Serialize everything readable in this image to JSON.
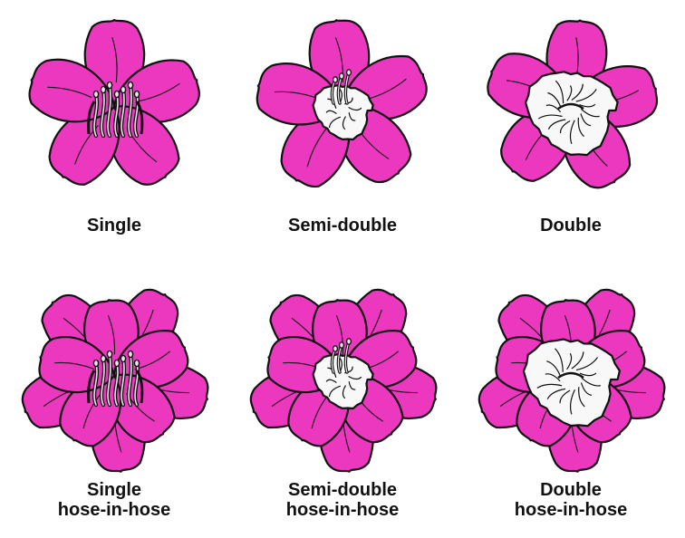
{
  "colors": {
    "petal": "#ec38be",
    "outline": "#111111",
    "petaloid": "#f8f8f8",
    "stamen": "#e8e8e8",
    "background": "#ffffff",
    "label": "#111111"
  },
  "flowers": [
    {
      "label": [
        "Single"
      ],
      "inner_petals": 5,
      "outer_petals": 0,
      "center": "stamens"
    },
    {
      "label": [
        "Semi-double"
      ],
      "inner_petals": 5,
      "outer_petals": 0,
      "center": "semi-double"
    },
    {
      "label": [
        "Double"
      ],
      "inner_petals": 5,
      "outer_petals": 0,
      "center": "double"
    },
    {
      "label": [
        "Single",
        "hose-in-hose"
      ],
      "inner_petals": 5,
      "outer_petals": 5,
      "center": "stamens"
    },
    {
      "label": [
        "Semi-double",
        "hose-in-hose"
      ],
      "inner_petals": 5,
      "outer_petals": 5,
      "center": "semi-double"
    },
    {
      "label": [
        "Double",
        "hose-in-hose"
      ],
      "inner_petals": 5,
      "outer_petals": 5,
      "center": "double"
    }
  ]
}
